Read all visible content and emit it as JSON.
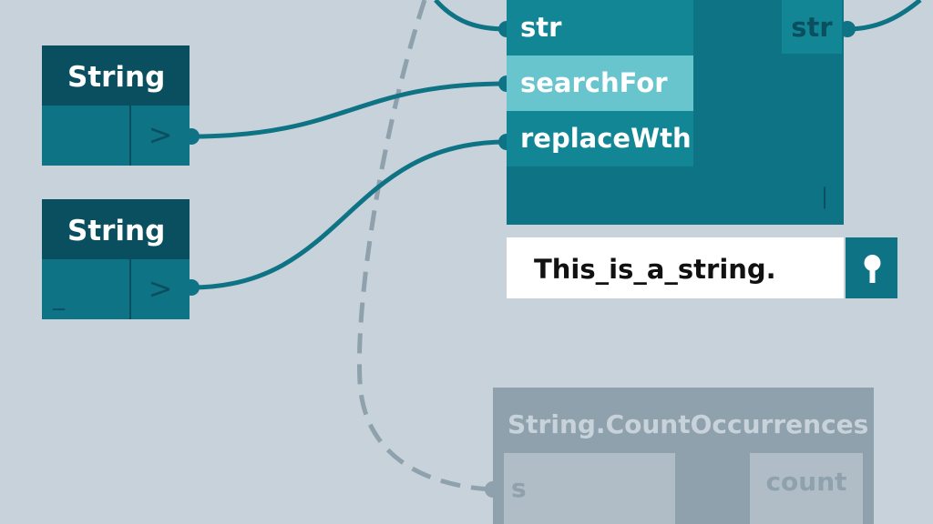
{
  "string_nodes": [
    {
      "title": "String",
      "value": "",
      "output_glyph": ">"
    },
    {
      "title": "String",
      "value": "_",
      "output_glyph": ">"
    }
  ],
  "main_node": {
    "inputs": [
      "str",
      "searchFor",
      "replaceWth"
    ],
    "output": "str",
    "run_mark": "|",
    "preview": "This_is_a_string.",
    "pin_icon": "pin-icon"
  },
  "faded_node": {
    "title": "String.CountOccurrences",
    "input": "s",
    "output": "count"
  },
  "colors": {
    "background": "#c8d2da",
    "node_dark": "#0a4f5f",
    "node_body": "#0e7384",
    "port_row": "#138696",
    "highlight": "#68c4cd",
    "wire": "#0e7384",
    "faded": "#8fa1ac"
  }
}
